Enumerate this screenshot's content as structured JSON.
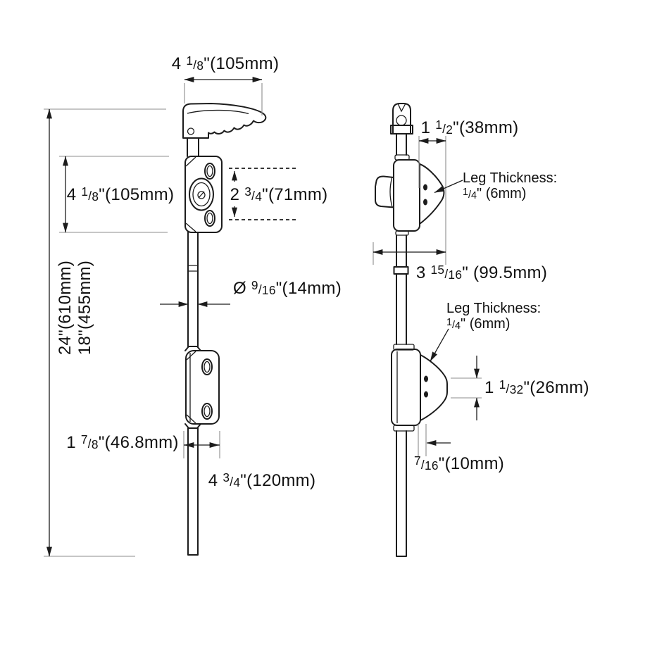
{
  "drawing_type": "technical dimension drawing, door bolt lock with handle, front and side views",
  "colors": {
    "background": "#ffffff",
    "object_line": "#1c1c1c",
    "extension_line": "#8c8c8c",
    "text": "#111111"
  },
  "glyphs": {
    "fraction_slash": "/"
  },
  "dims": {
    "handle_width": {
      "pre": "4 ",
      "num": "1",
      "den": "8",
      "post": "\"(105mm)"
    },
    "housing_height": {
      "pre": "4 ",
      "num": "1",
      "den": "8",
      "post": "\"(105mm)"
    },
    "screw_spacing": {
      "pre": "2 ",
      "num": "3",
      "den": "4",
      "post": "\"(71mm)"
    },
    "overall_24": "24\"(610mm)",
    "overall_18": "18\"(455mm)",
    "rod_diameter": {
      "pre": "Ø ",
      "num": "9",
      "den": "16",
      "post": "\"(14mm)"
    },
    "bracket_width": {
      "pre": "1 ",
      "num": "7",
      "den": "8",
      "post": "\"(46.8mm)"
    },
    "bolt_throw": {
      "pre": "4 ",
      "num": "3",
      "den": "4",
      "post": "\"(120mm)"
    },
    "side_handle_width": {
      "pre": "1 ",
      "num": "1",
      "den": "2",
      "post": "\"(38mm)"
    },
    "side_housing_depth": {
      "pre": "3 ",
      "num": "15",
      "den": "16",
      "post": "\" (99.5mm)"
    },
    "leg_thickness_upper": {
      "title": "Leg Thickness:",
      "num": "1",
      "den": "4",
      "post": "\" (6mm)"
    },
    "leg_thickness_lower": {
      "title": "Leg Thickness:",
      "num": "1",
      "den": "4",
      "post": "\" (6mm)"
    },
    "bracket_face_height": {
      "pre": "1 ",
      "num": "1",
      "den": "32",
      "post": "\"(26mm)"
    },
    "leg_offset": {
      "pre": "",
      "num": "7",
      "den": "16",
      "post": "\"(10mm)"
    }
  }
}
